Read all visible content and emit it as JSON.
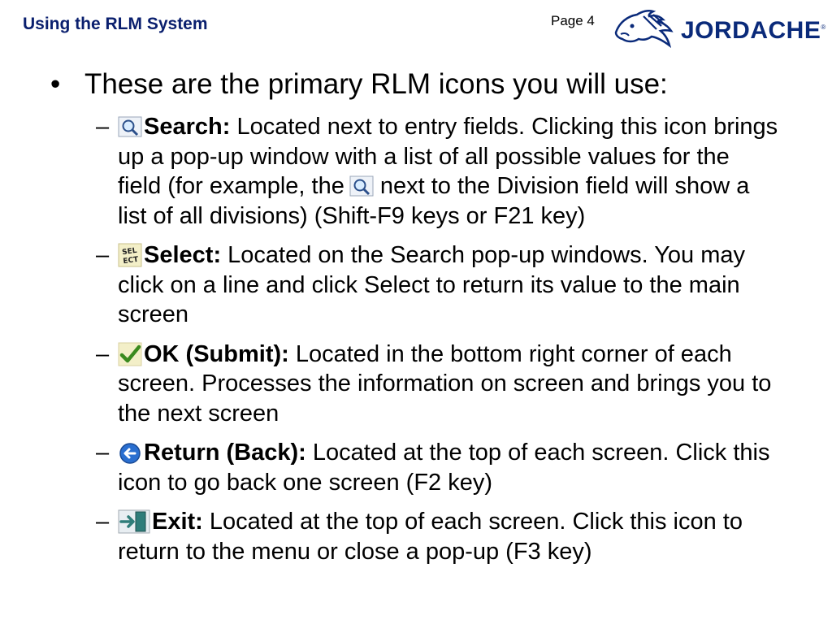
{
  "header": {
    "title": "Using the RLM System",
    "page": "Page 4",
    "logo_text": "JORDACHE",
    "logo_reg": "®"
  },
  "main_bullet": "These are the primary RLM icons you will use:",
  "items": [
    {
      "icon": "search-icon",
      "label": "Search:",
      "text_a": " Located next to entry fields. Clicking this icon brings up a pop-up window with a list of all possible values for the field (for example, the",
      "inline_icon": "search-icon",
      "text_b": "next to the Division field will show a list of all divisions) (Shift-F9 keys or F21 key)"
    },
    {
      "icon": "select-icon",
      "label": "Select:",
      "text": " Located on the Search pop-up windows. You may click on a line and click Select to return its value to the main screen"
    },
    {
      "icon": "checkmark-icon",
      "label": "OK (Submit):",
      "text": " Located in the bottom right corner of each screen. Processes the information on screen and brings you to the next screen"
    },
    {
      "icon": "return-arrow-icon",
      "label": "Return (Back):",
      "text": " Located at the top of each screen. Click this icon to go back one screen (F2 key)"
    },
    {
      "icon": "exit-door-icon",
      "label": "Exit:",
      "text": " Located at the top of each screen. Click this icon to return to the menu or close a pop-up (F3 key)"
    }
  ],
  "dash": "–",
  "bullet": "•",
  "colors": {
    "title": "#0a1f6e",
    "logo": "#0a2a7a",
    "check": "#3a8a1e",
    "return": "#2a6fd0"
  }
}
